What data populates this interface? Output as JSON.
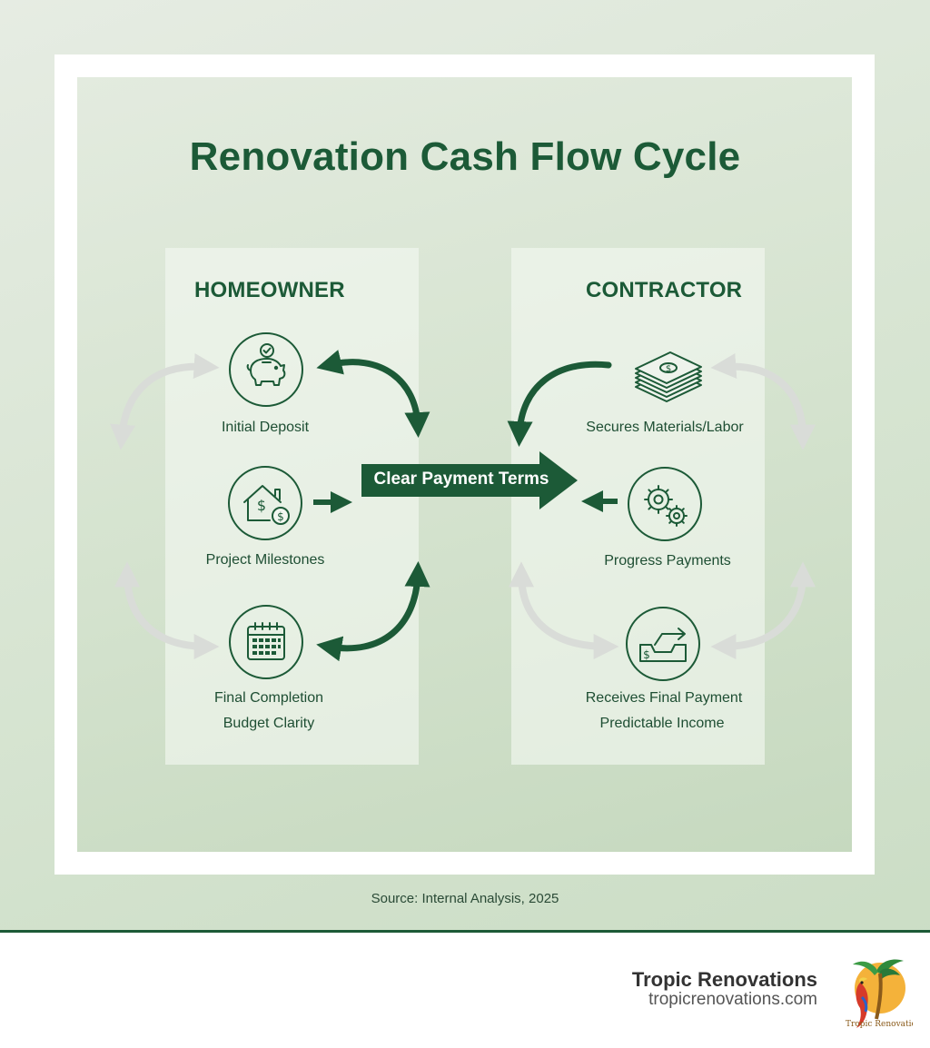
{
  "title": "Renovation Cash Flow Cycle",
  "homeowner": {
    "heading": "HOMEOWNER",
    "steps": [
      {
        "label": "Initial Deposit",
        "icon": "piggy-bank-icon"
      },
      {
        "label": "Project Milestones",
        "icon": "house-dollar-icon"
      },
      {
        "label": "Final Completion",
        "sublabel": "Budget Clarity",
        "icon": "calendar-icon"
      }
    ]
  },
  "contractor": {
    "heading": "CONTRACTOR",
    "steps": [
      {
        "label": "Secures Materials/Labor",
        "icon": "money-stack-icon"
      },
      {
        "label": "Progress Payments",
        "icon": "gears-icon"
      },
      {
        "label": "Receives Final Payment",
        "sublabel": "Predictable Income",
        "icon": "payment-box-icon"
      }
    ]
  },
  "center": {
    "label": "Clear Payment Terms"
  },
  "source": "Source: Internal Analysis, 2025",
  "footer": {
    "brand": "Tropic Renovations",
    "url": "tropicrenovations.com",
    "logo_text": "Tropic Renovations",
    "logo_icon": "parrot-palm-logo"
  },
  "colors": {
    "primary": "#1c5a37",
    "light_arrow": "#d9dcd8",
    "background": "#d5e3cf"
  }
}
